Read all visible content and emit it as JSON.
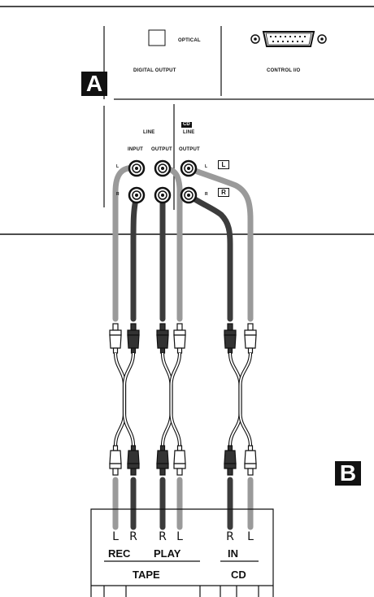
{
  "panel": {
    "optical_label": "OPTICAL",
    "digital_output_label": "DIGITAL OUTPUT",
    "control_io_label": "CONTROL I/O",
    "line_label": "LINE",
    "input_label": "INPUT",
    "output_label": "OUTPUT",
    "cd_badge": "CD",
    "cd_line_label": "LINE",
    "cd_output_label": "OUTPUT",
    "jack_l_small": "L",
    "jack_r_small": "R",
    "channel_l_box": "L",
    "channel_r_box": "R"
  },
  "callouts": {
    "a": "A",
    "b": "B"
  },
  "device": {
    "channels": [
      "L",
      "R",
      "R",
      "L",
      "R",
      "L"
    ],
    "groups": [
      "REC",
      "PLAY",
      "IN"
    ],
    "sections": [
      "TAPE",
      "CD"
    ]
  },
  "colors": {
    "light_cable": "#9a9a9a",
    "dark_cable": "#3c3c3c",
    "ink": "#111111"
  }
}
